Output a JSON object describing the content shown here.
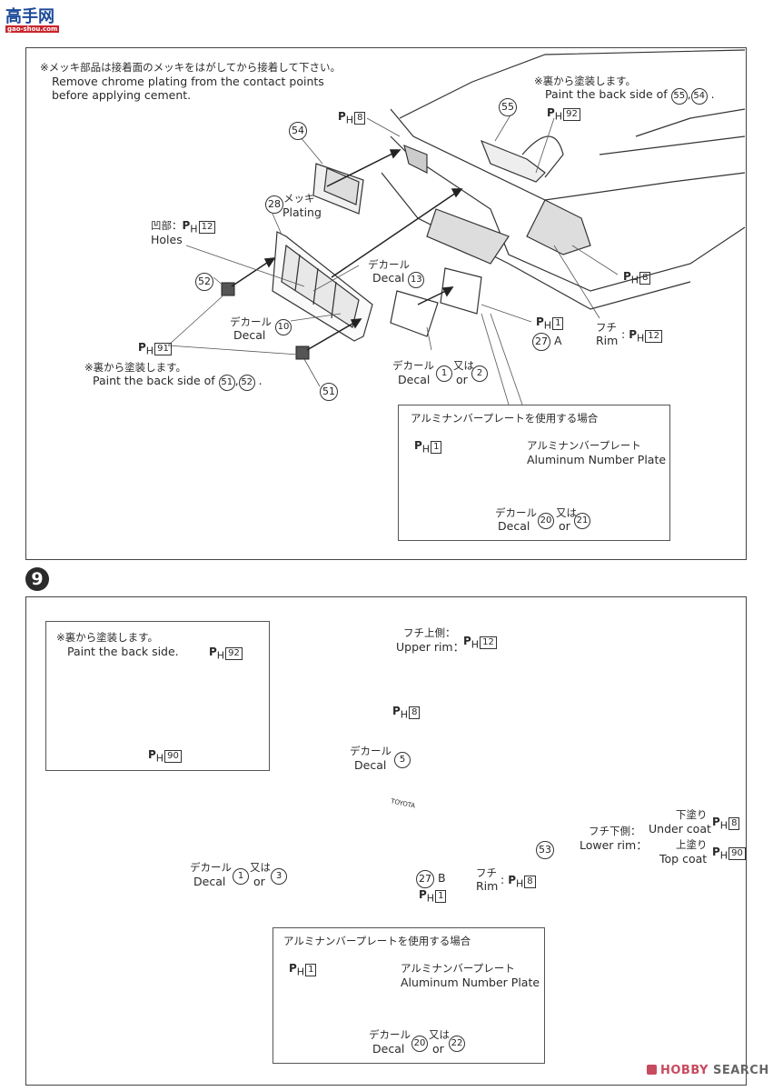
{
  "watermarks": {
    "top_left_logo_text": "高手网",
    "top_left_logo_url_text": "gao-shou.com",
    "bottom_right_logo_text_1": "HOBBY",
    "bottom_right_logo_text_2": "SEARCH"
  },
  "step8": {
    "chrome_note_jp": "※メッキ部品は接着面のメッキをはがしてから接着して下さい。",
    "chrome_note_en_1": "Remove chrome plating from the contact points",
    "chrome_note_en_2": "before applying cement.",
    "backpaint_note_jp": "※裏から塗装します。",
    "backpaint_note_en": "Paint the back side of",
    "backpaint_parts": [
      "55",
      "54"
    ],
    "part_54": "54",
    "part_55": "55",
    "ph_8_top": "8",
    "ph_92": "92",
    "part_28": "28",
    "plating_jp": "メッキ",
    "plating_en": "Plating",
    "holes_jp": "凹部：",
    "holes_en": "Holes",
    "ph_12_holes": "12",
    "part_52": "52",
    "part_51": "51",
    "decal_jp": "デカール",
    "decal_en": "Decal",
    "decal_13": "13",
    "decal_10": "10",
    "ph_91": "91",
    "backpaint2_note_jp": "※裏から塗装します。",
    "backpaint2_note_en": "Paint the back side of",
    "backpaint2_parts": [
      "51",
      "52"
    ],
    "ph_8_right": "8",
    "ph_1": "1",
    "part_27": "27",
    "part_27_suffix": "A",
    "rim_jp": "フチ",
    "rim_en": "Rim",
    "ph_12_rim": "12",
    "decal_1": "1",
    "or_jp": "又は",
    "or_en": "or",
    "decal_2": "2",
    "alu_box": {
      "title_jp": "アルミナンバープレートを使用する場合",
      "ph_1": "1",
      "plate_jp": "アルミナンバープレート",
      "plate_en": "Aluminum Number Plate",
      "decal_a": "20",
      "decal_b": "21"
    }
  },
  "step9": {
    "step_number": "9",
    "inset_note_jp": "※裏から塗装します。",
    "inset_note_en": "Paint the back side.",
    "ph_92": "92",
    "ph_90_inset": "90",
    "upper_rim_jp": "フチ上側：",
    "upper_rim_en": "Upper rim：",
    "ph_12": "12",
    "ph_8_lamp": "8",
    "decal_5": "5",
    "bumper_text": "TOYOTA",
    "lower_rim_jp": "フチ下側：",
    "lower_rim_en": "Lower rim：",
    "under_coat_jp": "下塗り",
    "under_coat_en": "Under coat",
    "ph_8_under": "8",
    "top_coat_jp": "上塗り",
    "top_coat_en": "Top coat",
    "ph_90_top": "90",
    "part_53": "53",
    "decal_1": "1",
    "decal_3": "3",
    "part_27": "27",
    "part_27_suffix": "B",
    "ph_1": "1",
    "rim_jp": "フチ",
    "rim_en": "Rim",
    "ph_8_rim": "8",
    "alu_box": {
      "title_jp": "アルミナンバープレートを使用する場合",
      "ph_1": "1",
      "plate_jp": "アルミナンバープレート",
      "plate_en": "Aluminum Number Plate",
      "decal_a": "20",
      "decal_b": "22"
    }
  },
  "common": {
    "ph_letter": "P",
    "ph_sub": "H"
  }
}
